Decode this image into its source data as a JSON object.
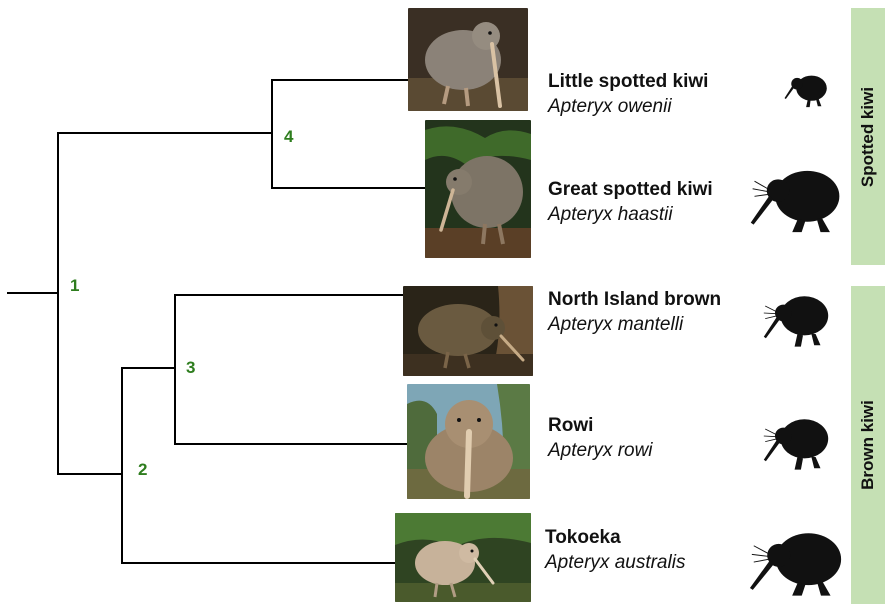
{
  "tree": {
    "nodes": [
      "1",
      "2",
      "3",
      "4"
    ]
  },
  "species": [
    {
      "common": "Little spotted kiwi",
      "latin": "Apteryx owenii"
    },
    {
      "common": "Great spotted kiwi",
      "latin": "Apteryx haastii"
    },
    {
      "common": "North Island brown",
      "latin": "Apteryx mantelli"
    },
    {
      "common": "Rowi",
      "latin": "Apteryx rowi"
    },
    {
      "common": "Tokoeka",
      "latin": "Apteryx australis"
    }
  ],
  "groups": [
    "Spotted kiwi",
    "Brown kiwi"
  ],
  "colors": {
    "node_label": "#2e7d1e",
    "group_bar": "#c5e0b4",
    "branch": "#000000",
    "silhouette": "#111111"
  }
}
